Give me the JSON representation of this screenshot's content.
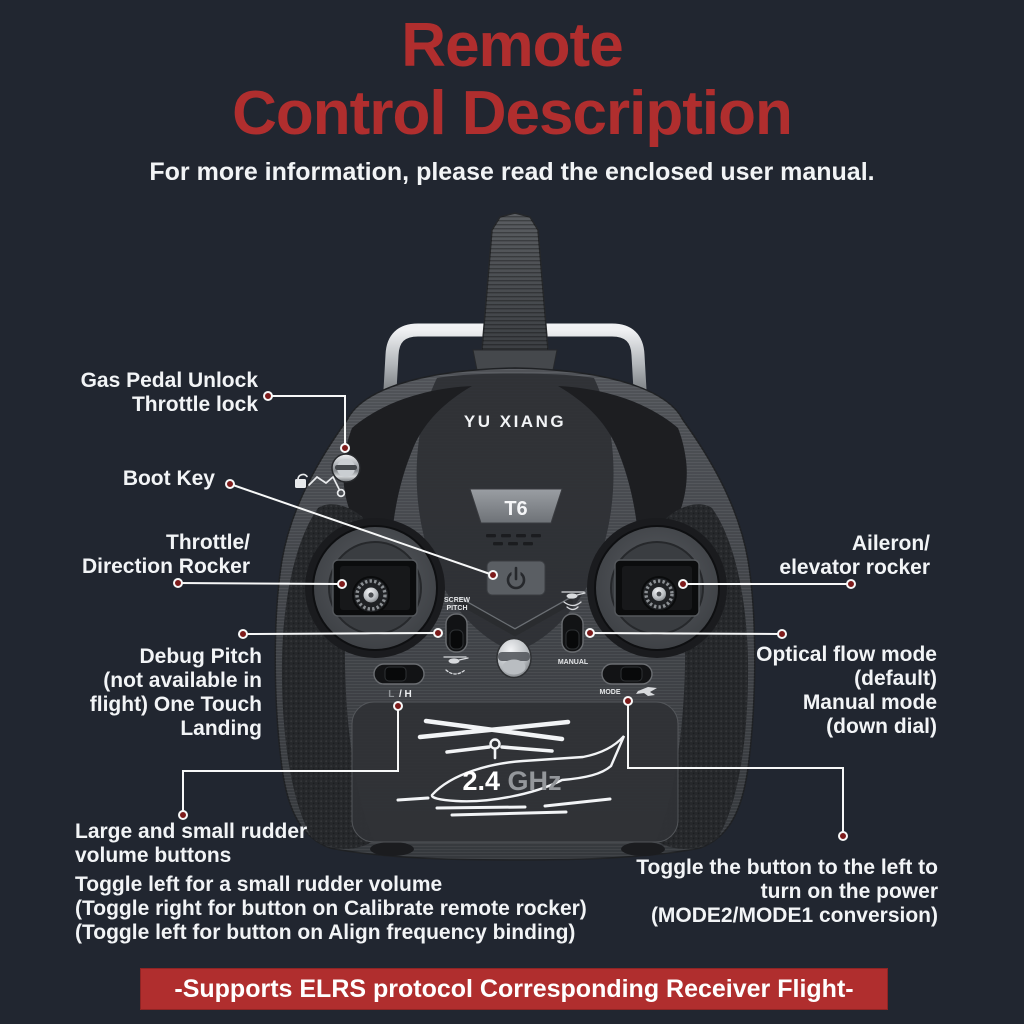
{
  "colors": {
    "background": "#212630",
    "accent_red": "#b02e2e",
    "text_white": "#f2f4f6",
    "callout_line": "#f7f8f8",
    "callout_dot": "#7d1b1b"
  },
  "header": {
    "title_line1": "Remote",
    "title_line2": "Control Description",
    "subtitle": "For more information, please read the enclosed user manual."
  },
  "device": {
    "brand": "YU XIANG",
    "model": "T6",
    "freq_value": "2.4",
    "freq_unit": "GHz",
    "switch_labels": {
      "screw_pitch_line1": "SCREW",
      "screw_pitch_line2": "PITCH",
      "manual": "MANUAL",
      "mode": "MODE",
      "lh_left": "L",
      "lh_right": "/ H"
    }
  },
  "callouts": {
    "gas_pedal": {
      "lines": [
        "Gas Pedal Unlock",
        "Throttle lock"
      ]
    },
    "boot_key": {
      "lines": [
        "Boot Key"
      ]
    },
    "throttle_rocker": {
      "lines": [
        "Throttle/",
        "Direction Rocker"
      ]
    },
    "debug_pitch": {
      "lines": [
        "Debug Pitch",
        "(not available in",
        "flight) One Touch",
        "Landing"
      ]
    },
    "aileron_rocker": {
      "lines": [
        "Aileron/",
        "elevator rocker"
      ]
    },
    "optical_flow": {
      "lines": [
        "Optical flow mode",
        "(default)",
        "Manual mode",
        "(down dial)"
      ]
    },
    "rudder_volume": {
      "lines": [
        "Large and small rudder",
        "volume buttons",
        "Toggle left for a small rudder volume",
        "(Toggle right for button on Calibrate remote rocker)",
        "(Toggle left for button on Align frequency binding)"
      ]
    },
    "power_toggle": {
      "lines": [
        "Toggle the button to the left to",
        "turn on the power",
        "(MODE2/MODE1 conversion)"
      ]
    }
  },
  "footer": {
    "banner": "-Supports ELRS protocol Corresponding Receiver Flight-"
  }
}
